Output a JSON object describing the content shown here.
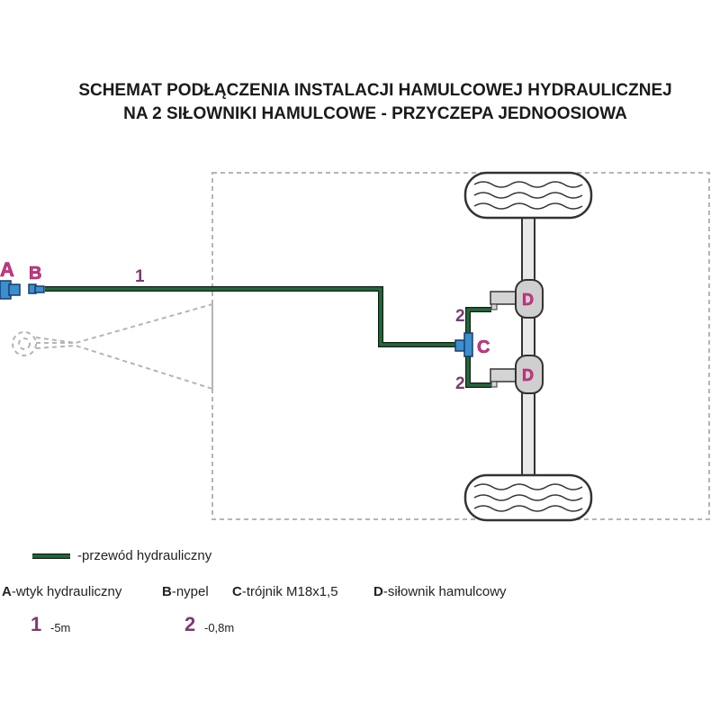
{
  "title": {
    "line1": "SCHEMAT PODŁĄCZENIA INSTALACJI HAMULCOWEJ HYDRAULICZNEJ",
    "line2": "NA 2 SIŁOWNIKI HAMULCOWE - PRZYCZEPA JEDNOOSIOWA"
  },
  "labels": {
    "a": "A",
    "b": "B",
    "c": "C",
    "d": "D",
    "hose1": "1",
    "hose2": "2"
  },
  "legend": {
    "line_text": "-przewód hydrauliczny",
    "items": [
      {
        "key": "A",
        "text": "-wtyk hydrauliczny"
      },
      {
        "key": "B",
        "text": "-nypel"
      },
      {
        "key": "C",
        "text": "-trójnik M18x1,5"
      },
      {
        "key": "D",
        "text": "-siłownik hamulcowy"
      }
    ],
    "lengths": [
      {
        "num": "1",
        "text": "-5m"
      },
      {
        "num": "2",
        "text": "-0,8m"
      }
    ]
  },
  "colors": {
    "hose": "#1f6b3a",
    "fitting": "#3b8fd0",
    "label_pink": "#d6338a",
    "number_purple": "#7b3b72",
    "frame_dash": "#b5b5b5"
  }
}
